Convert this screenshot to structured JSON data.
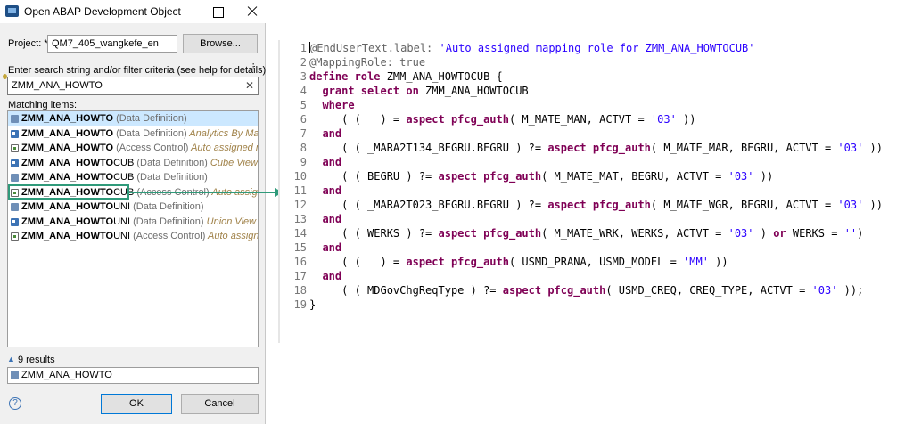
{
  "window": {
    "title": "Open ABAP Development Object"
  },
  "project": {
    "label": "Project: *",
    "value": "QM7_405_wangkefe_en",
    "browse_label": "Browse..."
  },
  "search": {
    "hint": "Enter search string and/or filter criteria (see help for details)",
    "value": "ZMM_ANA_HOWTO"
  },
  "matching": {
    "label": "Matching items:",
    "items": [
      {
        "icon": "data-definition-icon",
        "name": "ZMM_ANA_HOWTO",
        "rest": "",
        "type": "(Data Definition)",
        "desc": "",
        "selected": true
      },
      {
        "icon": "data-definition-entity-icon",
        "name": "ZMM_ANA_HOWTO",
        "rest": "",
        "type": "(Data Definition)",
        "desc": "Analytics By Material",
        "selected": false
      },
      {
        "icon": "access-control-icon",
        "name": "ZMM_ANA_HOWTO",
        "rest": "",
        "type": "(Access Control)",
        "desc": "Auto assigned mapping role",
        "selected": false
      },
      {
        "icon": "data-definition-entity-icon",
        "name": "ZMM_ANA_HOWTO",
        "rest": "CUB",
        "type": "(Data Definition)",
        "desc": "Cube View for ANA",
        "selected": false
      },
      {
        "icon": "data-definition-icon",
        "name": "ZMM_ANA_HOWTO",
        "rest": "CUB",
        "type": "(Data Definition)",
        "desc": "",
        "selected": false
      },
      {
        "icon": "access-control-icon",
        "name": "ZMM_ANA_HOWTO",
        "rest": "CUB",
        "type": "(Access Control)",
        "desc": "Auto assigned mapping role",
        "selected": false
      },
      {
        "icon": "data-definition-icon",
        "name": "ZMM_ANA_HOWTO",
        "rest": "UNI",
        "type": "(Data Definition)",
        "desc": "",
        "selected": false
      },
      {
        "icon": "data-definition-entity-icon",
        "name": "ZMM_ANA_HOWTO",
        "rest": "UNI",
        "type": "(Data Definition)",
        "desc": "Union View for ANA",
        "selected": false
      },
      {
        "icon": "access-control-icon",
        "name": "ZMM_ANA_HOWTO",
        "rest": "UNI",
        "type": "(Access Control)",
        "desc": "Auto assigned mapping role",
        "selected": false
      }
    ]
  },
  "results": {
    "count_label": "9 results",
    "selected_value": "ZMM_ANA_HOWTO"
  },
  "buttons": {
    "ok": "OK",
    "cancel": "Cancel",
    "help": "?"
  },
  "editor": {
    "lines": [
      {
        "n": "1",
        "segs": [
          {
            "t": "@EndUserText.label: ",
            "c": "ann"
          },
          {
            "t": "'Auto assigned mapping role for ZMM_ANA_HOWTOCUB'",
            "c": "str"
          }
        ]
      },
      {
        "n": "2",
        "segs": [
          {
            "t": "@MappingRole: true",
            "c": "ann"
          }
        ]
      },
      {
        "n": "3",
        "segs": [
          {
            "t": "define role",
            "c": "kw"
          },
          {
            "t": " ZMM_ANA_HOWTOCUB {",
            "c": ""
          }
        ]
      },
      {
        "n": "4",
        "segs": [
          {
            "t": "  ",
            "c": ""
          },
          {
            "t": "grant select on",
            "c": "kw"
          },
          {
            "t": " ZMM_ANA_HOWTOCUB",
            "c": ""
          }
        ]
      },
      {
        "n": "5",
        "segs": [
          {
            "t": "  ",
            "c": ""
          },
          {
            "t": "where",
            "c": "kw"
          }
        ]
      },
      {
        "n": "6",
        "segs": [
          {
            "t": "     ( (   ) = ",
            "c": ""
          },
          {
            "t": "aspect pfcg_auth",
            "c": "kw"
          },
          {
            "t": "( M_MATE_MAN, ACTVT = ",
            "c": ""
          },
          {
            "t": "'03'",
            "c": "str"
          },
          {
            "t": " ))",
            "c": ""
          }
        ]
      },
      {
        "n": "7",
        "segs": [
          {
            "t": "  ",
            "c": ""
          },
          {
            "t": "and",
            "c": "kw"
          }
        ]
      },
      {
        "n": "8",
        "segs": [
          {
            "t": "     ( ( _MARA2T134_BEGRU.BEGRU ) ?= ",
            "c": ""
          },
          {
            "t": "aspect pfcg_auth",
            "c": "kw"
          },
          {
            "t": "( M_MATE_MAR, BEGRU, ACTVT = ",
            "c": ""
          },
          {
            "t": "'03'",
            "c": "str"
          },
          {
            "t": " ))",
            "c": ""
          }
        ]
      },
      {
        "n": "9",
        "segs": [
          {
            "t": "  ",
            "c": ""
          },
          {
            "t": "and",
            "c": "kw"
          }
        ]
      },
      {
        "n": "10",
        "segs": [
          {
            "t": "     ( ( BEGRU ) ?= ",
            "c": ""
          },
          {
            "t": "aspect pfcg_auth",
            "c": "kw"
          },
          {
            "t": "( M_MATE_MAT, BEGRU, ACTVT = ",
            "c": ""
          },
          {
            "t": "'03'",
            "c": "str"
          },
          {
            "t": " ))",
            "c": ""
          }
        ]
      },
      {
        "n": "11",
        "segs": [
          {
            "t": "  ",
            "c": ""
          },
          {
            "t": "and",
            "c": "kw"
          }
        ]
      },
      {
        "n": "12",
        "segs": [
          {
            "t": "     ( ( _MARA2T023_BEGRU.BEGRU ) ?= ",
            "c": ""
          },
          {
            "t": "aspect pfcg_auth",
            "c": "kw"
          },
          {
            "t": "( M_MATE_WGR, BEGRU, ACTVT = ",
            "c": ""
          },
          {
            "t": "'03'",
            "c": "str"
          },
          {
            "t": " ))",
            "c": ""
          }
        ]
      },
      {
        "n": "13",
        "segs": [
          {
            "t": "  ",
            "c": ""
          },
          {
            "t": "and",
            "c": "kw"
          }
        ]
      },
      {
        "n": "14",
        "segs": [
          {
            "t": "     ( ( WERKS ) ?= ",
            "c": ""
          },
          {
            "t": "aspect pfcg_auth",
            "c": "kw"
          },
          {
            "t": "( M_MATE_WRK, WERKS, ACTVT = ",
            "c": ""
          },
          {
            "t": "'03'",
            "c": "str"
          },
          {
            "t": " ) ",
            "c": ""
          },
          {
            "t": "or",
            "c": "kw"
          },
          {
            "t": " WERKS = ",
            "c": ""
          },
          {
            "t": "''",
            "c": "str"
          },
          {
            "t": ")",
            "c": ""
          }
        ]
      },
      {
        "n": "15",
        "segs": [
          {
            "t": "  ",
            "c": ""
          },
          {
            "t": "and",
            "c": "kw"
          }
        ]
      },
      {
        "n": "16",
        "segs": [
          {
            "t": "     ( (   ) = ",
            "c": ""
          },
          {
            "t": "aspect pfcg_auth",
            "c": "kw"
          },
          {
            "t": "( USMD_PRANA, USMD_MODEL = ",
            "c": ""
          },
          {
            "t": "'MM'",
            "c": "str"
          },
          {
            "t": " ))",
            "c": ""
          }
        ]
      },
      {
        "n": "17",
        "segs": [
          {
            "t": "  ",
            "c": ""
          },
          {
            "t": "and",
            "c": "kw"
          }
        ]
      },
      {
        "n": "18",
        "segs": [
          {
            "t": "     ( ( MDGovChgReqType ) ?= ",
            "c": ""
          },
          {
            "t": "aspect pfcg_auth",
            "c": "kw"
          },
          {
            "t": "( USMD_CREQ, CREQ_TYPE, ACTVT = ",
            "c": ""
          },
          {
            "t": "'03'",
            "c": "str"
          },
          {
            "t": " ));",
            "c": ""
          }
        ]
      },
      {
        "n": "19",
        "segs": [
          {
            "t": "}",
            "c": ""
          }
        ]
      }
    ]
  },
  "colors": {
    "keyword": "#7f0055",
    "string": "#2a00ff",
    "annotation": "#646464",
    "highlight": "#2f9a7a",
    "selection": "#cce8ff"
  }
}
